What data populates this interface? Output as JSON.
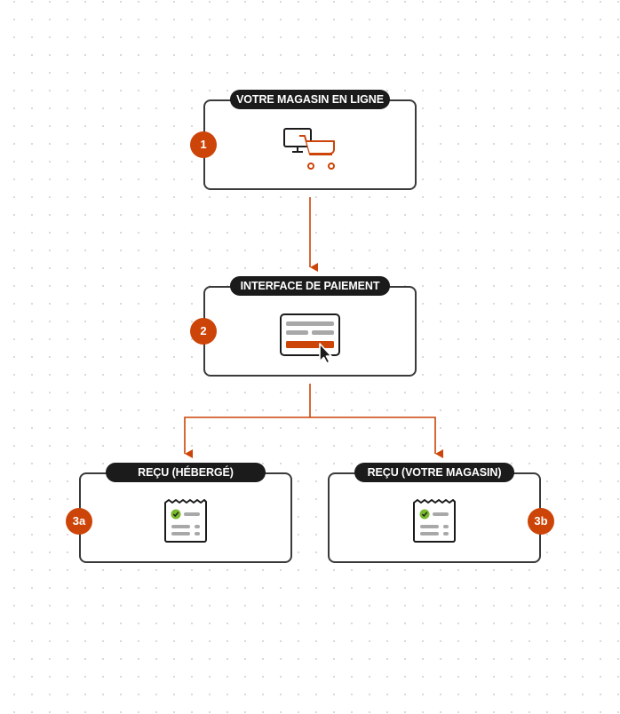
{
  "colors": {
    "accent": "#cc4408",
    "border": "#3a3a3a",
    "pill_bg": "#1b1b1b",
    "check": "#7ab92e"
  },
  "steps": [
    {
      "badge": "1",
      "title": "VOTRE MAGASIN EN LIGNE",
      "icon": "monitor-cart-icon"
    },
    {
      "badge": "2",
      "title": "INTERFACE DE PAIEMENT",
      "icon": "payment-form-icon"
    },
    {
      "badge": "3a",
      "title": "REÇU (HÉBERGÉ)",
      "icon": "receipt-icon"
    },
    {
      "badge": "3b",
      "title": "REÇU (VOTRE MAGASIN)",
      "icon": "receipt-icon"
    }
  ]
}
